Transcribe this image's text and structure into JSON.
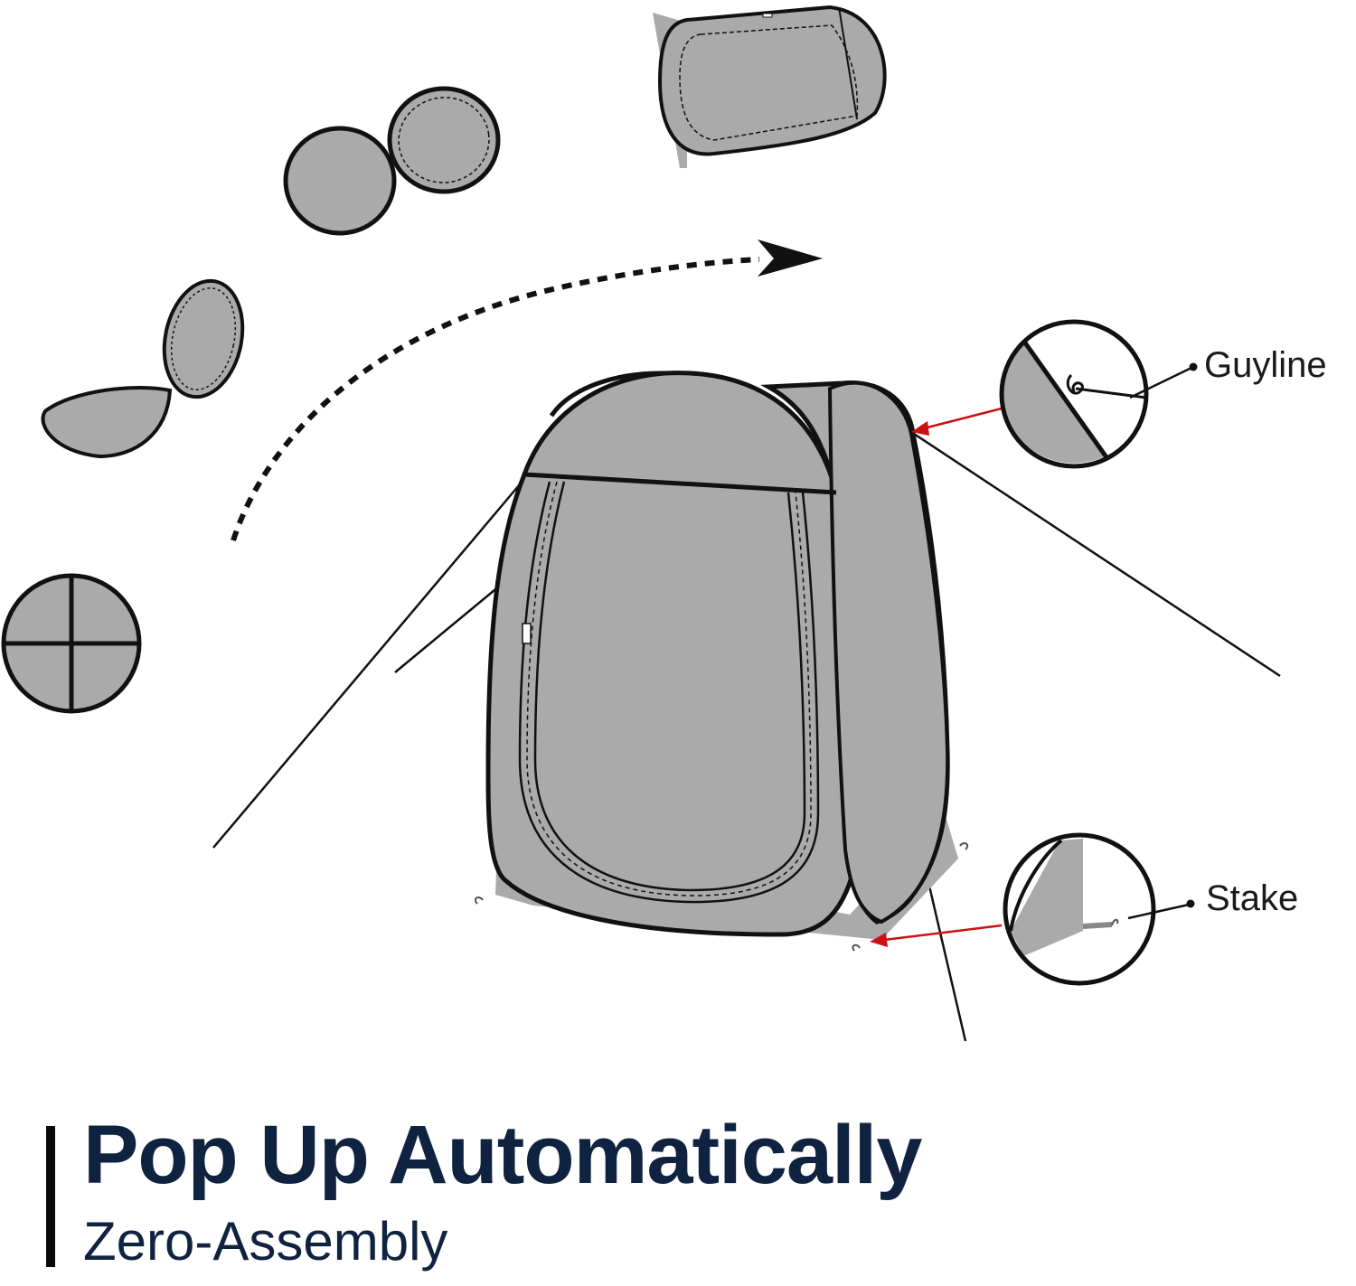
{
  "callouts": {
    "guyline_label": "Guyline",
    "stake_label": "Stake"
  },
  "heading": {
    "title": "Pop Up Automatically",
    "subtitle": "Zero-Assembly"
  },
  "colors": {
    "fabric": "#aaaaaa",
    "outline": "#111111",
    "arrow_accent": "#cc1111",
    "title_text": "#0f2340",
    "subtitle_text": "#0f2340"
  },
  "icons": [
    "folded-tent-disc-icon",
    "unfolding-tent-icon",
    "half-open-tent-icon",
    "flattened-tent-icon",
    "dashed-progress-arrow-icon",
    "guyline-detail-icon",
    "stake-detail-icon"
  ]
}
